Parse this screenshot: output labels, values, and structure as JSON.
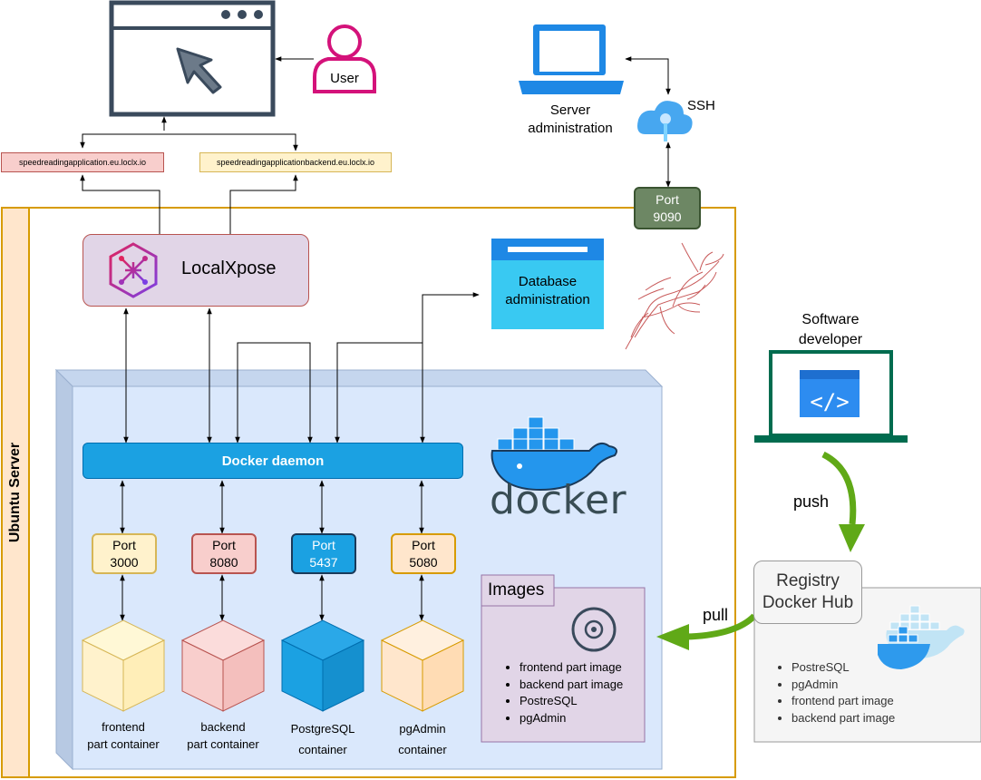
{
  "user_label": "User",
  "server_admin_label": "Server\nadministration",
  "ssh_label": "SSH",
  "port_ssh": {
    "title": "Port",
    "number": "9090"
  },
  "url_frontend": "speedreadingapplication.eu.loclx.io",
  "url_backend": "speedreadingapplicationbackend.eu.loclx.io",
  "server_label": "Ubuntu Server",
  "localxpose_label": "LocalXpose",
  "db_admin_label": "Database\nadministration",
  "docker_daemon_label": "Docker daemon",
  "docker_logo_text": "docker",
  "ports": [
    {
      "title": "Port",
      "number": "3000"
    },
    {
      "title": "Port",
      "number": "8080"
    },
    {
      "title": "Port",
      "number": "5437"
    },
    {
      "title": "Port",
      "number": "5080"
    }
  ],
  "containers": [
    {
      "label": "frontend\npart container"
    },
    {
      "label": "backend\npart container"
    },
    {
      "label": "PostgreSQL\ncontainer"
    },
    {
      "label": "pgAdmin\ncontainer"
    }
  ],
  "images_title": "Images",
  "images_items": [
    "frontend part image",
    "backend part image",
    "PostreSQL",
    "pgAdmin"
  ],
  "software_dev_label": "Software\ndeveloper",
  "push_label": "push",
  "pull_label": "pull",
  "registry_label": "Registry\nDocker Hub",
  "registry_items": [
    "PostreSQL",
    "pgAdmin",
    "frontend part image",
    "backend part image"
  ],
  "colors": {
    "server_border": "#d79b00",
    "server_fill": "#ffe6cc",
    "localxpose_fill": "#e1d5e7",
    "daemon_fill": "#1ba1e2",
    "docker_blue": "#2496ed",
    "ssh_port_fill": "#6d8764",
    "push_arrow": "#60a917"
  }
}
